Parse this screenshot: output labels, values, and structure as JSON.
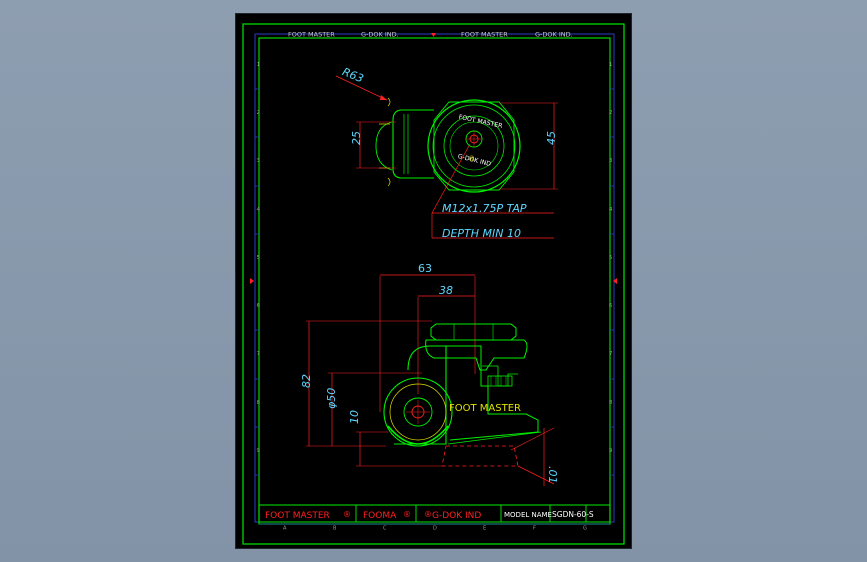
{
  "header": {
    "texts": [
      "FOOT MASTER",
      "G-DOK IND.",
      "FOOT MASTER",
      "G-DOK IND."
    ]
  },
  "dimensions": {
    "top_view": {
      "radius": "R63",
      "width_small": "25",
      "width_large": "45",
      "note_tap": "M12x1.75P TAP",
      "note_depth": "DEPTH MIN 10",
      "label_ring_top": "FOOT MASTER",
      "label_ring_bottom": "G-DOK IND"
    },
    "side_view": {
      "overall_length": "63",
      "offset": "38",
      "height": "82",
      "wheel_diameter": "φ50",
      "clearance": "10",
      "adjust": ".01",
      "brand_label": "FOOT MASTER"
    }
  },
  "title_block": {
    "cell1": "FOOT MASTER",
    "cell2": "FOOMA",
    "cell3": "G-DOK IND",
    "cell4_label": "MODEL NAME",
    "cell4_value": "SGDN-60-S",
    "reg_mark": "®"
  },
  "border": {
    "row_numbers": [
      "1",
      "2",
      "3",
      "4",
      "5",
      "6",
      "7",
      "8",
      "9"
    ],
    "col_letters": [
      "A",
      "B",
      "C",
      "D",
      "E",
      "F",
      "G"
    ]
  },
  "colors": {
    "frame": "#00d800",
    "inner_frame": "#2c3cc8",
    "dimension": "#5fd7ff",
    "leader": "#ff1d1d",
    "text_yellow": "#e0e000",
    "part": "#00f000",
    "text_white": "#ffffff"
  }
}
